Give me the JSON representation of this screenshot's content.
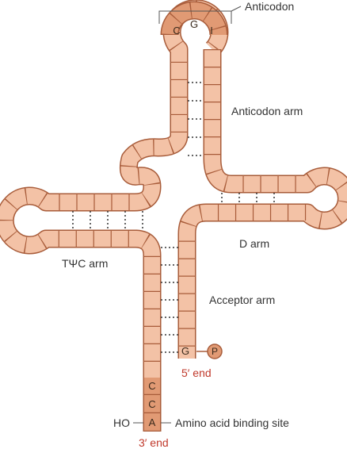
{
  "labels": {
    "anticodon": "Anticodon",
    "anticodon_arm": "Anticodon arm",
    "d_arm": "D arm",
    "tpsic_arm": "TΨC arm",
    "acceptor_arm": "Acceptor arm",
    "five_end": "5′ end",
    "three_end": "3′ end",
    "amino_site": "Amino acid binding site",
    "ho": "HO"
  },
  "nucleotides": {
    "anticodon": [
      "C",
      "G",
      "I"
    ],
    "five_prime": "G",
    "phosphate": "P",
    "acceptor_tail": [
      "C",
      "C",
      "A"
    ]
  },
  "colors": {
    "strand_fill": "#f3c2a6",
    "strand_fill_dark": "#e19a74",
    "strand_stroke": "#a85c3a",
    "label_accent": "#c0392b",
    "text": "#333333"
  }
}
